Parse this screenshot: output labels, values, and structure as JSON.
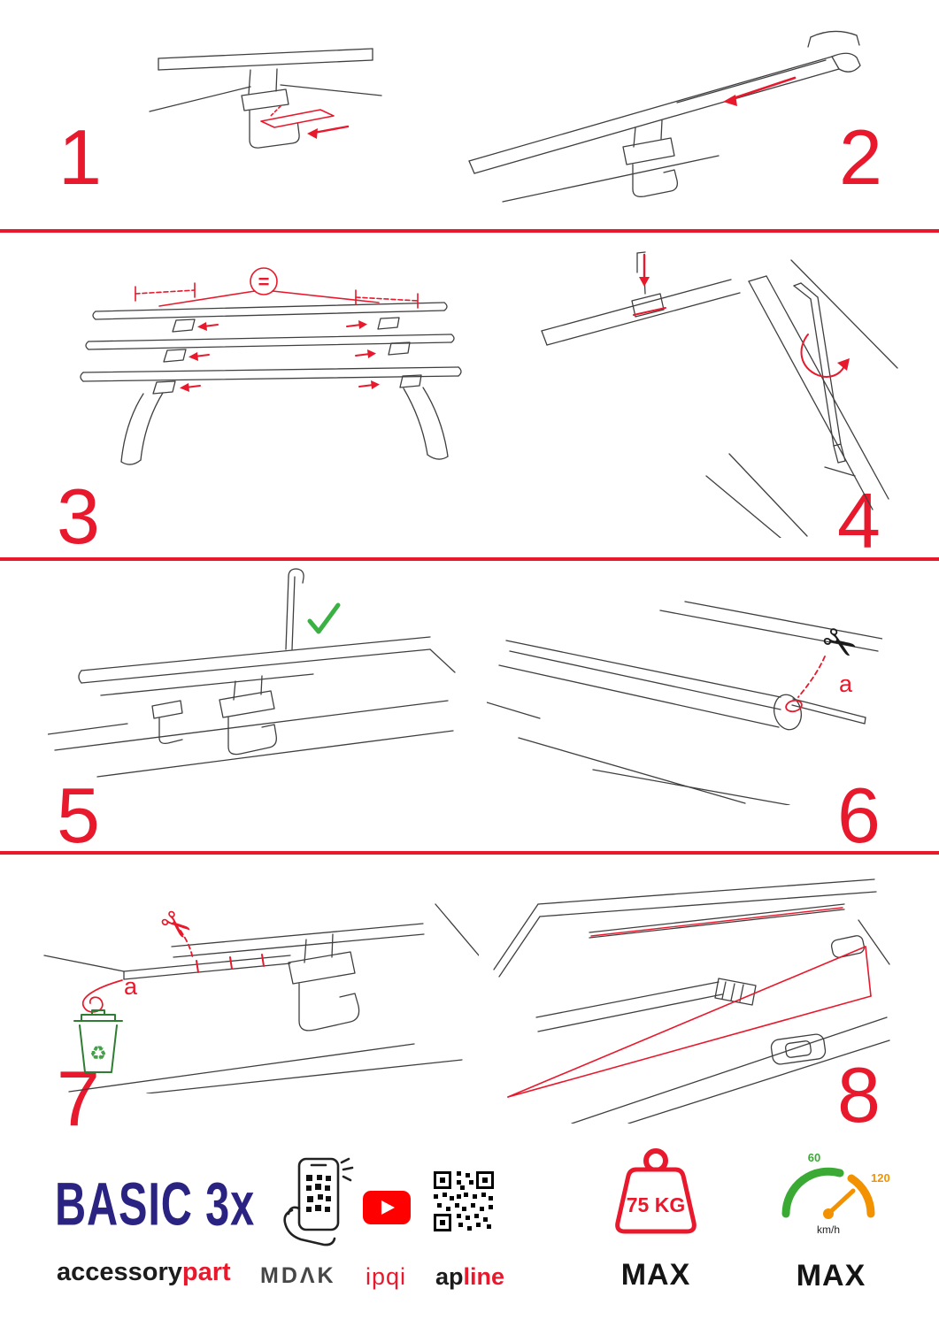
{
  "colors": {
    "accent_red": "#e8192c",
    "brand_blue": "#2b2382",
    "youtube_red": "#ff0000",
    "gauge_green": "#3aaa35",
    "gauge_orange": "#f39200",
    "bin_green": "#2e7d32"
  },
  "steps": [
    {
      "label": "1"
    },
    {
      "label": "2"
    },
    {
      "label": "3"
    },
    {
      "label": "4"
    },
    {
      "label": "5"
    },
    {
      "label": "6"
    },
    {
      "label": "7"
    },
    {
      "label": "8"
    }
  ],
  "annotations": {
    "equal_sign": "=",
    "cut_label_6": "a",
    "cut_label_7": "a"
  },
  "icons": {
    "scissors": "✂",
    "recycle": "♻"
  },
  "footer": {
    "product_name": "BASIC 3x",
    "brand_part1": "accessory",
    "brand_part2": "part",
    "store_label": "MDΛK",
    "youtube_label": "ipqi",
    "qr_label_part1": "ap",
    "qr_label_part2": "line",
    "weight_value": "75 KG",
    "weight_max": "MAX",
    "speed_max": "MAX",
    "speed_unit": "km/h",
    "gauge_min": "60",
    "gauge_max": "120"
  }
}
